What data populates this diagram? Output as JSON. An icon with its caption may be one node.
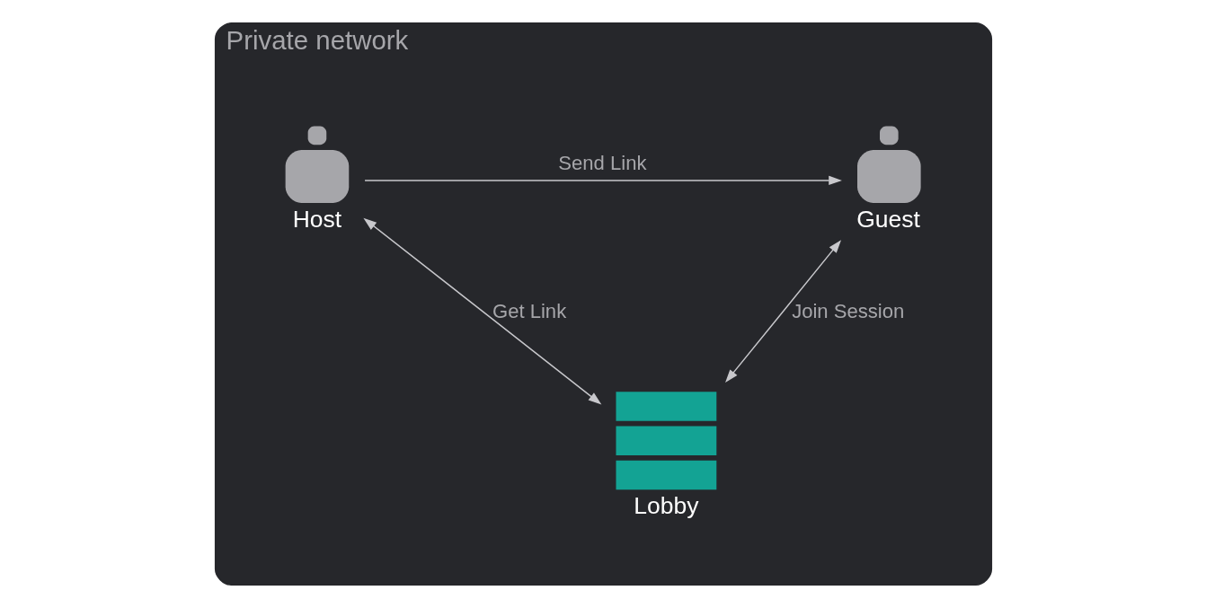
{
  "diagram": {
    "nodes": [
      {
        "text": [
          "Private network"
        ]
      },
      {
        "text": [
          "Host"
        ],
        "in": 0
      },
      {
        "text": [
          "Guest"
        ],
        "in": 0
      },
      {
        "text": [
          "Lobby"
        ],
        "in": 0
      }
    ],
    "edges": [
      {
        "from": 1,
        "to": 2,
        "arrow": "to",
        "label": "Send Link"
      },
      {
        "from": 1,
        "to": 3,
        "arrow": "both",
        "label": "Get Link"
      },
      {
        "from": 3,
        "to": 2,
        "arrow": "both",
        "label": "Join Session"
      }
    ]
  }
}
